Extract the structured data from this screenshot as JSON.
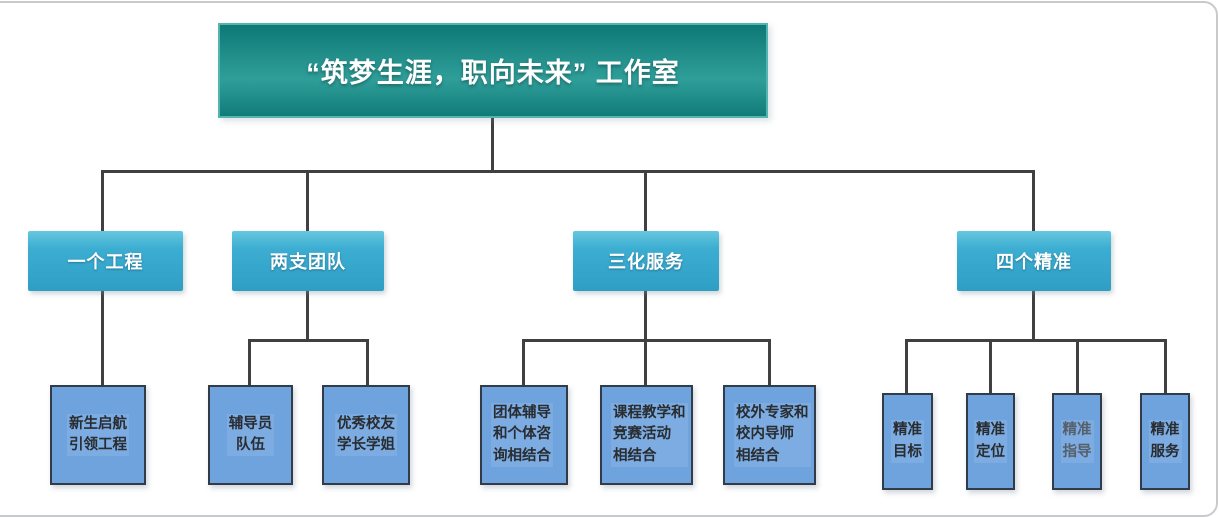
{
  "org_chart": {
    "root": {
      "label": "“筑梦生涯，职向未来” 工作室"
    },
    "branches": [
      {
        "label": "一个工程",
        "children": [
          {
            "label": "新生启航\n引领工程"
          }
        ]
      },
      {
        "label": "两支团队",
        "children": [
          {
            "label": "辅导员\n队伍"
          },
          {
            "label": "优秀校友\n学长学姐"
          }
        ]
      },
      {
        "label": "三化服务",
        "children": [
          {
            "label": "团体辅导\n和个体咨\n询相结合"
          },
          {
            "label": "课程教学和\n竞赛活动\n相结合"
          },
          {
            "label": "校外专家和\n校内导师\n相结合"
          }
        ]
      },
      {
        "label": "四个精准",
        "children": [
          {
            "label": "精准\n目标"
          },
          {
            "label": "精准\n定位"
          },
          {
            "label": "精准\n指导"
          },
          {
            "label": "精准\n服务"
          }
        ]
      }
    ],
    "colors": {
      "root_teal": "#2f9e99",
      "branch_cyan": "#3daed2",
      "leaf_blue": "#6ea3de",
      "leaf_border": "#323c48",
      "connector": "#404040",
      "card_border": "#c9cacd"
    }
  }
}
